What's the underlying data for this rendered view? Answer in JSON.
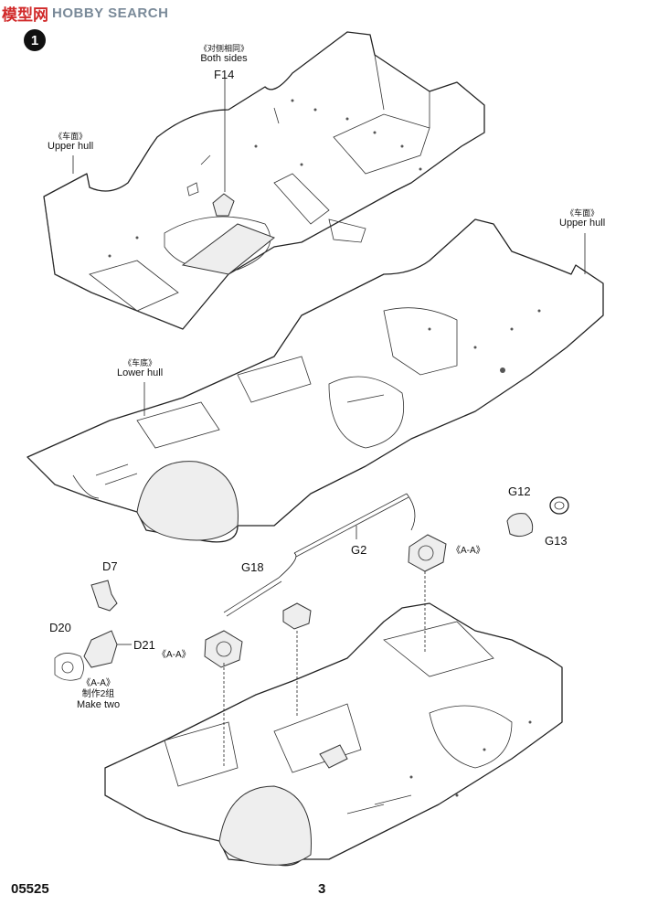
{
  "watermark": {
    "cn": "模型网",
    "en": "HOBBY SEARCH"
  },
  "step_number": "1",
  "labels": {
    "both_sides_zh": "《对侧相同》",
    "both_sides_en": "Both sides",
    "upper_hull_zh": "《车面》",
    "upper_hull_en": "Upper hull",
    "upper_hull2_zh": "《车面》",
    "upper_hull2_en": "Upper hull",
    "lower_hull_zh": "《车底》",
    "lower_hull_en": "Lower hull",
    "aa_right": "《A-A》",
    "aa_left": "《A-A》",
    "aa_small": "《A-A》",
    "make_two_zh": "制作2组",
    "make_two_en": "Make two"
  },
  "parts": {
    "f14": "F14",
    "g12": "G12",
    "g13": "G13",
    "g2": "G2",
    "g18": "G18",
    "d7": "D7",
    "d20": "D20",
    "d21": "D21"
  },
  "footer": {
    "code": "05525",
    "page": "3"
  }
}
